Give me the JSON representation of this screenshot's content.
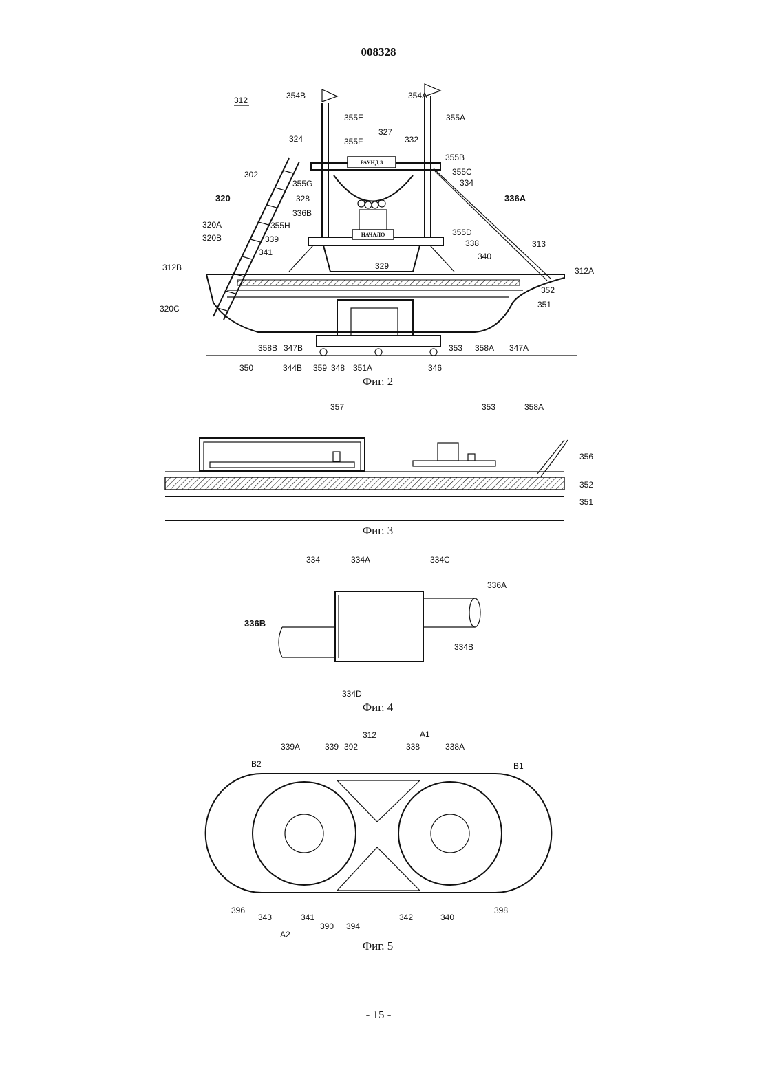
{
  "page": {
    "header": "008328",
    "footer": "- 15 -"
  },
  "fig2": {
    "caption": "Фиг. 2",
    "sign_top": "РАУНД 3",
    "sign_bottom": "НАЧАЛО",
    "labels": {
      "l312": "312",
      "l354B": "354B",
      "l354A": "354A",
      "l355E": "355E",
      "l355A": "355A",
      "l327": "327",
      "l324": "324",
      "l355F": "355F",
      "l332": "332",
      "l355B": "355B",
      "l302": "302",
      "l355C": "355C",
      "l355G": "355G",
      "l334": "334",
      "l320": "320",
      "l328": "328",
      "l336A": "336A",
      "l336B": "336B",
      "l320A": "320A",
      "l355H": "355H",
      "l355D": "355D",
      "l320B": "320B",
      "l339": "339",
      "l338": "338",
      "l313": "313",
      "l341": "341",
      "l340": "340",
      "l329": "329",
      "l312B": "312B",
      "l312A": "312A",
      "l352": "352",
      "l351": "351",
      "l320C": "320C",
      "l358B": "358B",
      "l347B": "347B",
      "l353": "353",
      "l358A": "358A",
      "l347A": "347A",
      "l350": "350",
      "l344B": "344B",
      "l359": "359",
      "l348": "348",
      "l351A": "351A",
      "l346": "346"
    }
  },
  "fig3": {
    "caption": "Фиг. 3",
    "labels": {
      "l357": "357",
      "l353": "353",
      "l358A": "358A",
      "l356": "356",
      "l352": "352",
      "l351": "351"
    }
  },
  "fig4": {
    "caption": "Фиг. 4",
    "labels": {
      "l334": "334",
      "l334A": "334A",
      "l334C": "334C",
      "l336A": "336A",
      "l336B": "336B",
      "l334B": "334B",
      "l334D": "334D"
    }
  },
  "fig5": {
    "caption": "Фиг. 5",
    "labels": {
      "l312": "312",
      "lA1": "A1",
      "l339A": "339A",
      "l339": "339",
      "l392": "392",
      "l338": "338",
      "l338A": "338A",
      "lB2": "B2",
      "lB1": "B1",
      "l396": "396",
      "l343": "343",
      "l341": "341",
      "l390": "390",
      "l394": "394",
      "l342": "342",
      "l340": "340",
      "l398": "398",
      "lA2": "A2"
    }
  }
}
